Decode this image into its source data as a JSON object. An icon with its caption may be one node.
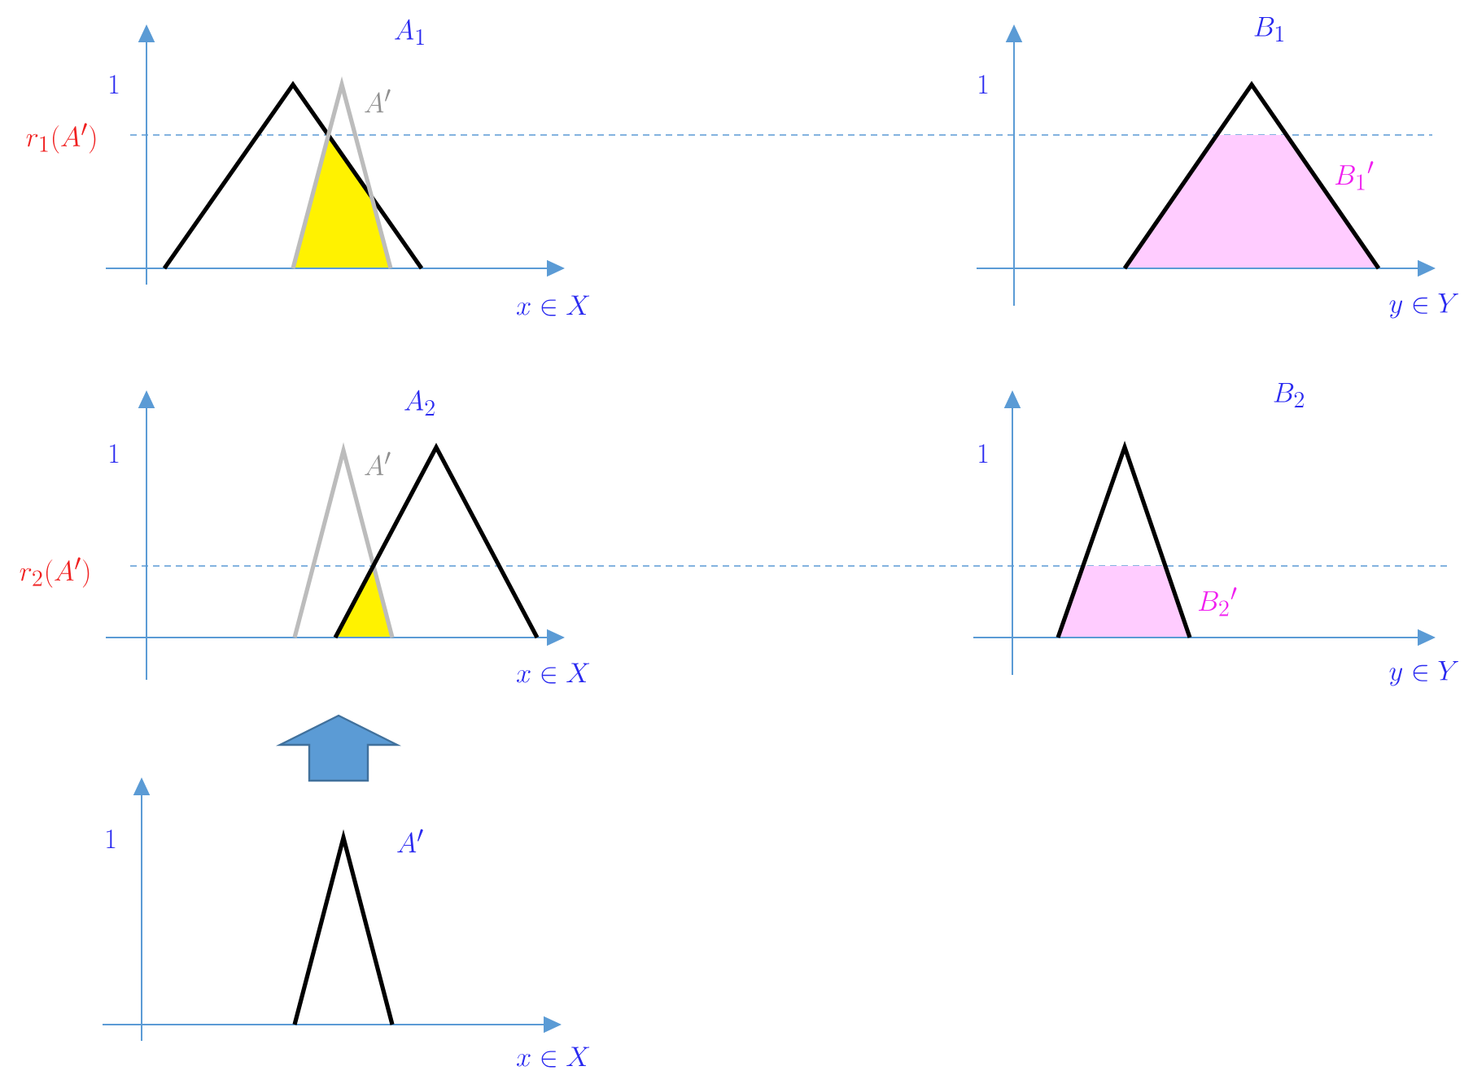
{
  "diagram": {
    "labels": [
      "A_1",
      "B_1",
      "1",
      "A'",
      "1",
      "r_1(A')",
      "{B_1}'",
      "x \\in X",
      "y \\in Y",
      "A_2",
      "B_2",
      "1",
      "A'",
      "1",
      "r_2(A')",
      "{B_2}'",
      "x \\in X",
      "y \\in Y",
      "1",
      "A'",
      "x \\in X"
    ]
  }
}
